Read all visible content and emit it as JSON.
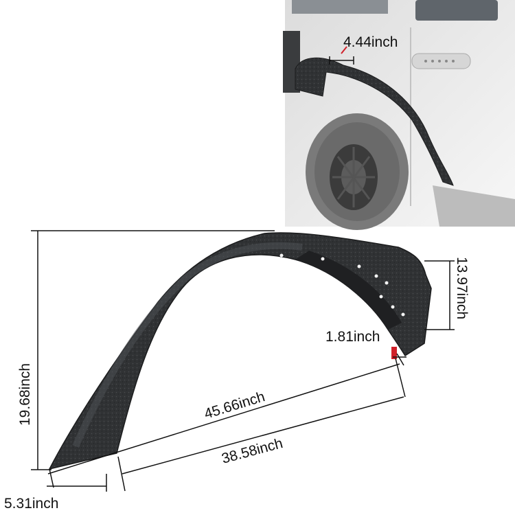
{
  "dimensions": {
    "top_width": "4.44inch",
    "height": "19.68inch",
    "side_height": "13.97inch",
    "flange": "1.81inch",
    "outer_length": "45.66inch",
    "inner_length": "38.58inch",
    "base_width": "5.31inch"
  },
  "colors": {
    "fender": "#2f3133",
    "vehicle_body": "#f2f2f2",
    "tire": "#7a7a7a",
    "dimension_line": "#111111",
    "marker_red": "#d0202a"
  }
}
